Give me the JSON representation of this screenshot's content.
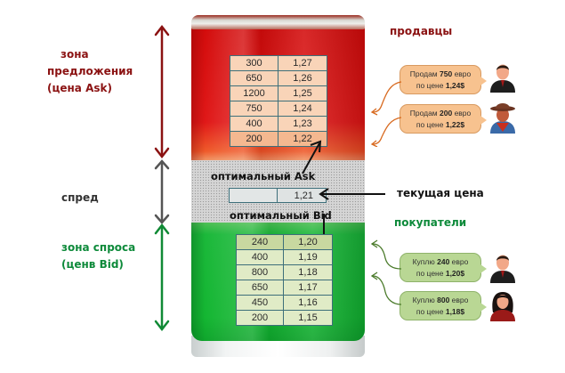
{
  "left_labels": {
    "offer_zone": [
      "зона",
      "предложения",
      "(цена Ask)"
    ],
    "spread": "спред",
    "demand_zone": [
      "зона спроса",
      "(ценв Bid)"
    ]
  },
  "jar_labels": {
    "optimal_ask": "оптимальный Ask",
    "optimal_bid": "оптимальный Bid"
  },
  "current_price": {
    "label": "текущая цена",
    "value": "1,21"
  },
  "ask_table": [
    {
      "qty": "300",
      "price": "1,27"
    },
    {
      "qty": "650",
      "price": "1,26"
    },
    {
      "qty": "1200",
      "price": "1,25"
    },
    {
      "qty": "750",
      "price": "1,24"
    },
    {
      "qty": "400",
      "price": "1,23"
    },
    {
      "qty": "200",
      "price": "1,22"
    }
  ],
  "bid_table": [
    {
      "qty": "240",
      "price": "1,20"
    },
    {
      "qty": "400",
      "price": "1,19"
    },
    {
      "qty": "800",
      "price": "1,18"
    },
    {
      "qty": "650",
      "price": "1,17"
    },
    {
      "qty": "450",
      "price": "1,16"
    },
    {
      "qty": "200",
      "price": "1,15"
    }
  ],
  "sellers": {
    "title": "продавцы",
    "bubbles": [
      {
        "line1_pre": "Продам ",
        "amount": "750",
        "line1_post": " евро",
        "line2_pre": "по цене ",
        "price": "1,24$",
        "avatar": "businessman"
      },
      {
        "line1_pre": "Продам ",
        "amount": "200",
        "line1_post": " евро",
        "line2_pre": "по цене ",
        "price": "1,22$",
        "avatar": "cowboy"
      }
    ]
  },
  "buyers": {
    "title": "покупатели",
    "bubbles": [
      {
        "line1_pre": "Куплю ",
        "amount": "240",
        "line1_post": " евро",
        "line2_pre": "по цене ",
        "price": "1,20$",
        "avatar": "businessman"
      },
      {
        "line1_pre": "Куплю ",
        "amount": "800",
        "line1_post": " евро",
        "line2_pre": "по цене ",
        "price": "1,18$",
        "avatar": "woman"
      }
    ]
  },
  "colors": {
    "ask_zone": "#d30c0c",
    "bid_zone": "#14b632",
    "spread_zone": "#d5d5d5",
    "offer_label": "#8b1212",
    "demand_label": "#0d8a3a",
    "spread_arrow": "#555555"
  }
}
